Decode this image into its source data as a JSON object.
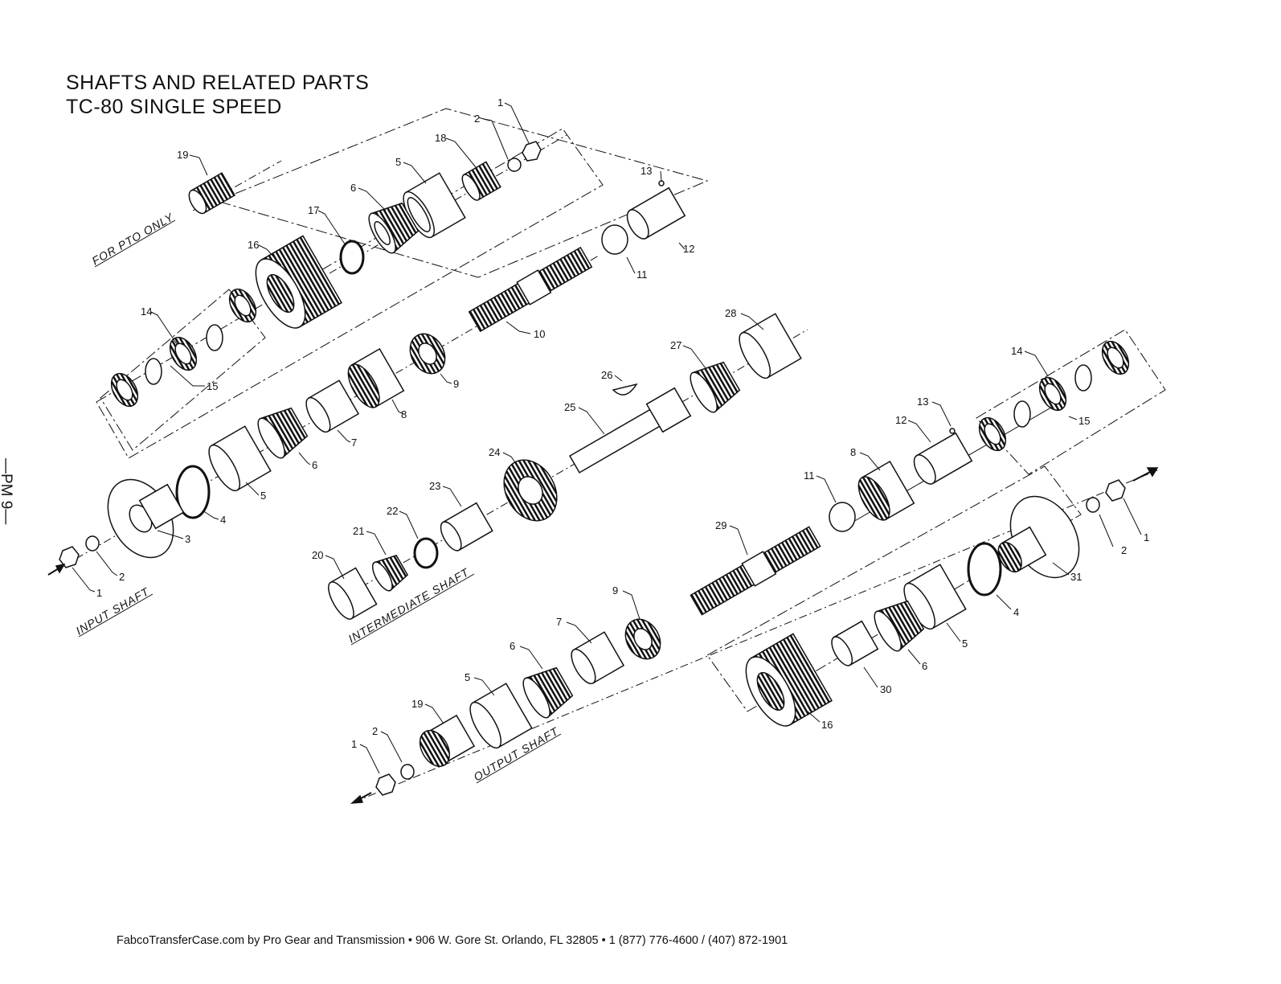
{
  "title": {
    "line1": "SHAFTS AND RELATED PARTS",
    "line2": "TC-80 SINGLE SPEED"
  },
  "page_marker": "—PM 9—",
  "footer": "FabcoTransferCase.com by Pro Gear and Transmission  • 906 W. Gore St. Orlando, FL 32805 • 1 (877) 776-4600 / (407) 872-1901",
  "group_labels": {
    "pto": "FOR PTO ONLY",
    "input": "INPUT SHAFT",
    "intermediate": "INTERMEDIATE SHAFT",
    "output": "OUTPUT SHAFT"
  },
  "callouts": {
    "pto": [
      "19",
      "2",
      "1",
      "18",
      "5",
      "6",
      "17",
      "16",
      "13",
      "12",
      "11",
      "10",
      "14",
      "15",
      "9",
      "8",
      "7"
    ],
    "input": [
      "6",
      "5",
      "4",
      "3",
      "2",
      "1"
    ],
    "intermediate": [
      "28",
      "27",
      "26",
      "25",
      "24",
      "23",
      "22",
      "21",
      "20"
    ],
    "output_upper": [
      "14",
      "15",
      "13",
      "12",
      "8",
      "11",
      "29",
      "9",
      "7",
      "6",
      "5",
      "19",
      "2",
      "1"
    ],
    "output_lower": [
      "2",
      "1",
      "31",
      "4",
      "5",
      "6",
      "30",
      "16"
    ]
  }
}
